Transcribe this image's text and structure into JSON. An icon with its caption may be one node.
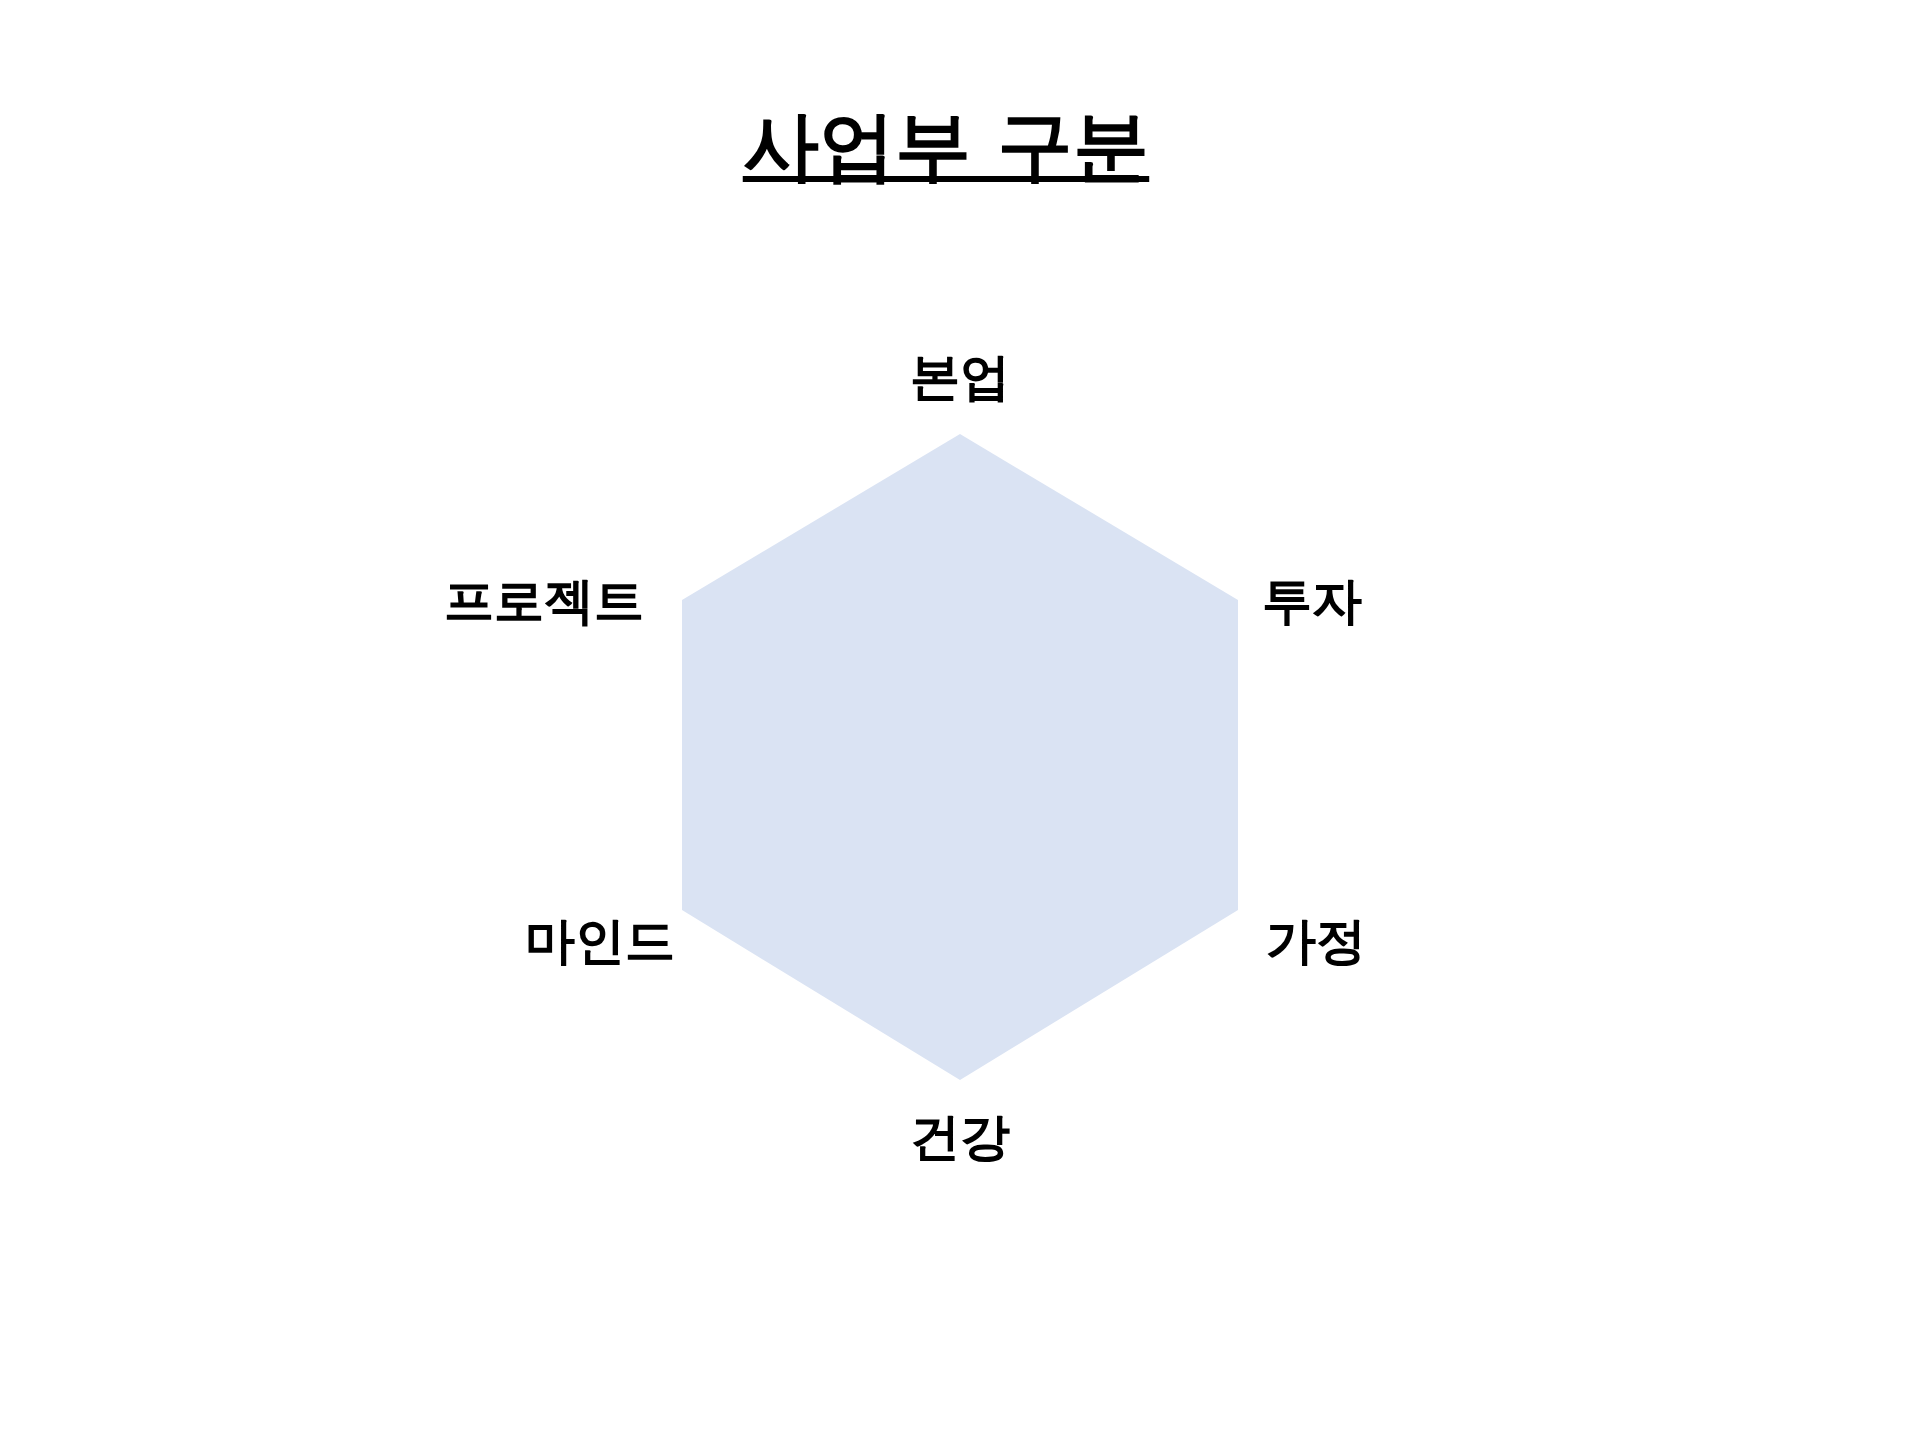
{
  "diagram": {
    "title": "사업부 구분",
    "nodes": [
      {
        "text": [],
        "shape": "hexagon"
      }
    ],
    "labels": [
      "본업",
      "프로젝트",
      "투자",
      "마인드",
      "가정",
      "건강"
    ]
  }
}
